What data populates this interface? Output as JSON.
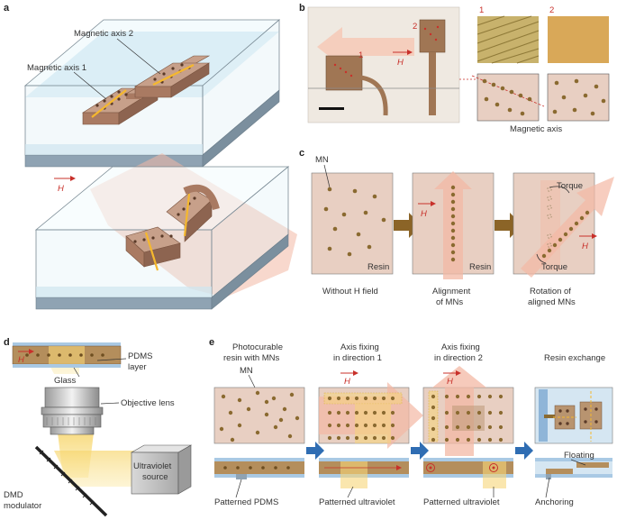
{
  "panels": {
    "a": "a",
    "b": "b",
    "c": "c",
    "d": "d",
    "e": "e"
  },
  "a": {
    "axis1": "Magnetic axis 1",
    "axis2": "Magnetic axis 2",
    "field": "H"
  },
  "b": {
    "sample1": "1",
    "sample2": "2",
    "field": "H",
    "inset1": "1",
    "inset2": "2",
    "caption": "Magnetic axis"
  },
  "c": {
    "mn": "MN",
    "resin1": "Resin",
    "resin2": "Resin",
    "field1": "H",
    "field2": "H",
    "torque_top": "Torque",
    "torque_bottom": "Torque",
    "cap1": "Without H field",
    "cap2a": "Alignment",
    "cap2b": "of MNs",
    "cap3a": "Rotation of",
    "cap3b": "aligned MNs"
  },
  "d": {
    "field": "H",
    "pdms1": "PDMS",
    "pdms2": "layer",
    "glass": "Glass",
    "objective": "Objective lens",
    "uv1": "Ultraviolet",
    "uv2": "source",
    "dmd1": "DMD",
    "dmd2": "modulator"
  },
  "e": {
    "h1a": "Photocurable",
    "h1b": "resin with MNs",
    "mn": "MN",
    "h2a": "Axis fixing",
    "h2b": "in direction 1",
    "h3a": "Axis fixing",
    "h3b": "in direction 2",
    "h4": "Resin exchange",
    "field1": "H",
    "field2": "H",
    "b1": "Patterned PDMS",
    "b2": "Patterned ultraviolet",
    "b3": "Patterned ultraviolet",
    "floating": "Floating",
    "anchoring": "Anchoring"
  },
  "colors": {
    "resin": "#e8cfc2",
    "mn": "#8a6a30",
    "magnet": "#b98a74",
    "arrow": "#f3b8a4",
    "uv": "#f6d678",
    "glass": "#a9c9e4",
    "red": "#c8302a"
  }
}
